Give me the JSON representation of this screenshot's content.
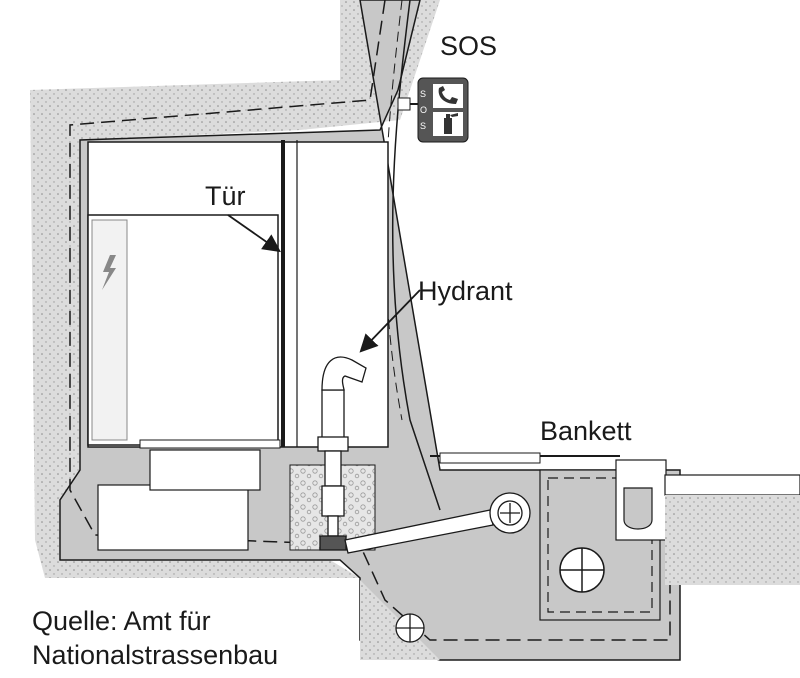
{
  "labels": {
    "sos": "SOS",
    "door": "Tür",
    "hydrant": "Hydrant",
    "bench": "Bankett"
  },
  "sos_sign": {
    "letters": [
      "S",
      "O",
      "S"
    ],
    "icons": [
      "phone-icon",
      "fire-extinguisher-icon"
    ],
    "color": "#555555"
  },
  "source": {
    "line1": "Quelle: Amt für",
    "line2": "Nationalstrassenbau"
  },
  "colors": {
    "concrete": "#c8c8c8",
    "room_fill": "#ffffff",
    "gravel": "#e6e6e6",
    "line": "#1a1a1a"
  }
}
